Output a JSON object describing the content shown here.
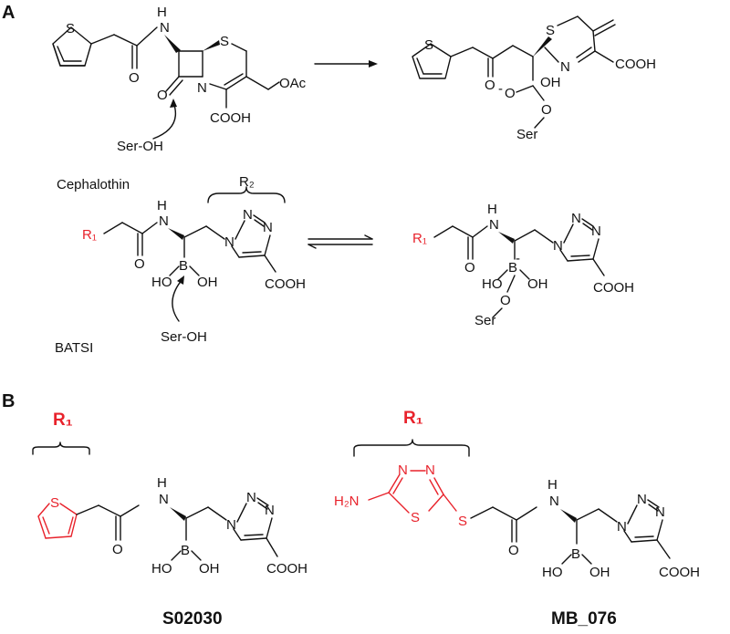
{
  "panels": {
    "a_label": "A",
    "b_label": "B"
  },
  "atoms": {
    "s": "S",
    "h": "H",
    "n": "N",
    "o": "O",
    "oh": "OH",
    "ho": "HO",
    "b": "B",
    "oac": "OAc",
    "cooh": "COOH",
    "ser": "Ser",
    "ser_oh": "Ser-OH",
    "neg": "-",
    "h2n": "H₂N",
    "r1": "R₁",
    "r2": "R₂"
  },
  "captions": {
    "cephalothin": "Cephalothin",
    "batsi": "BATSI"
  },
  "compounds": {
    "left": "S02030",
    "right": "MB_076"
  },
  "colors": {
    "ink": "#111111",
    "highlight": "#e8222b",
    "background": "#ffffff"
  }
}
